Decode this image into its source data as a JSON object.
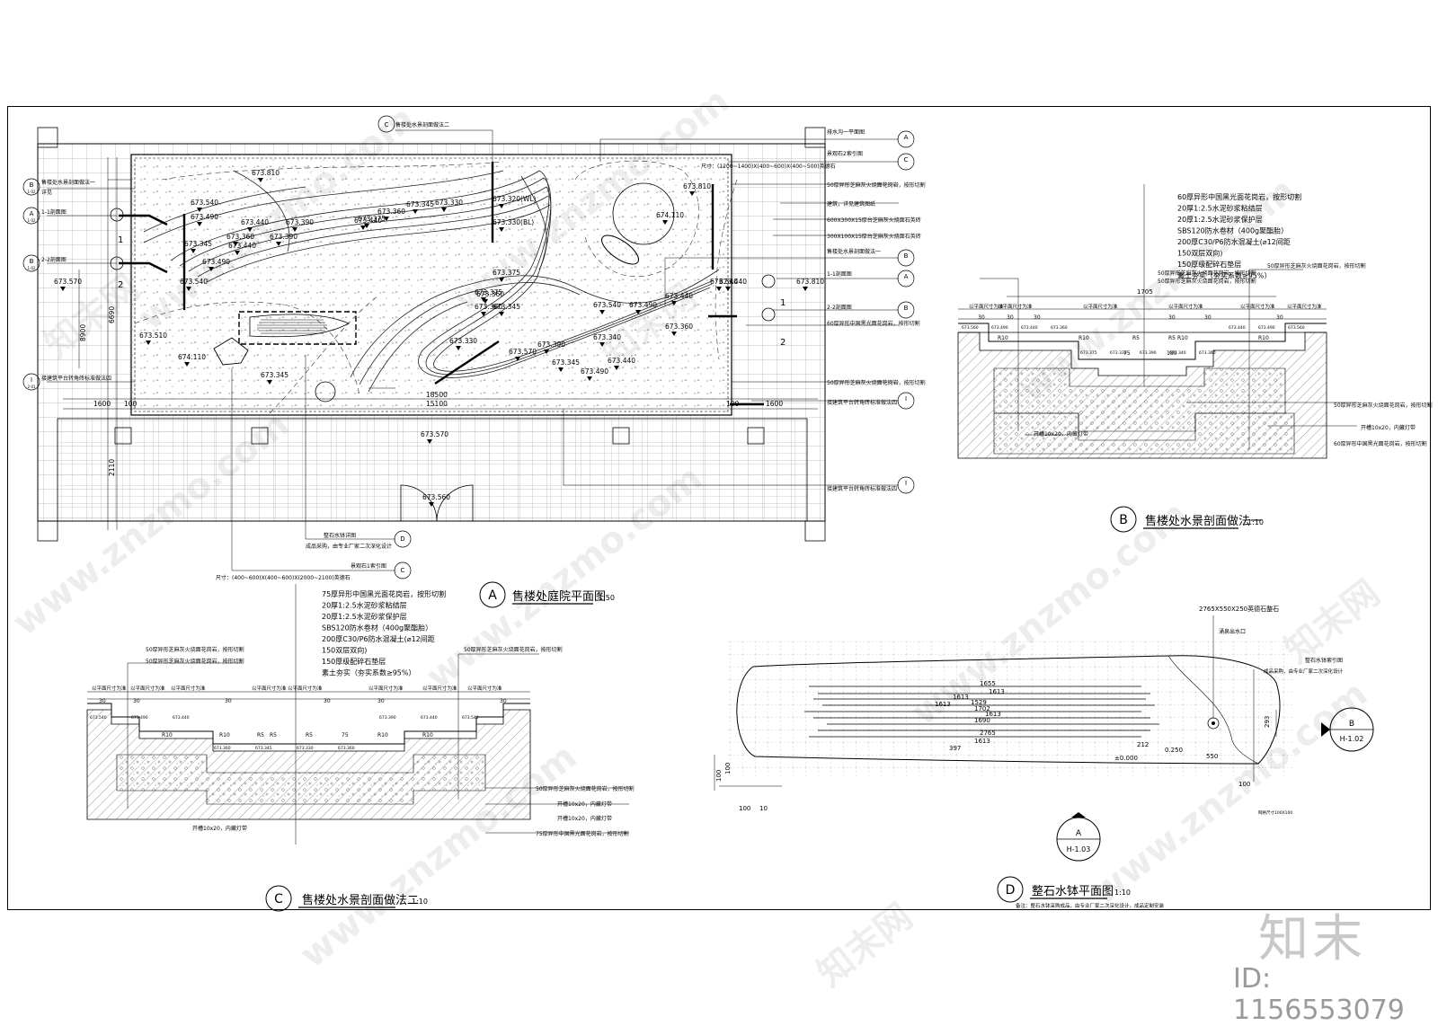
{
  "watermark": {
    "logo": "知末",
    "id": "ID: 1156553079",
    "url": "www.znzmo.com",
    "brand": "知末网"
  },
  "plan_a": {
    "title_letter": "A",
    "title": "售楼处庭院平面图",
    "scale": "1:50",
    "elevations": [
      "673.810",
      "673.540",
      "673.490",
      "673.440",
      "673.390",
      "673.375",
      "673.360",
      "673.345",
      "673.330",
      "673.320(WL)",
      "673.330(BL)",
      "673.810",
      "674.110",
      "673.570",
      "673.510",
      "674.110",
      "673.540",
      "673.490",
      "673.440",
      "673.390",
      "673.360",
      "673.345",
      "673.330",
      "673.375",
      "673.440",
      "673.390",
      "673.540",
      "673.490",
      "673.440",
      "673.375",
      "673.360",
      "673.345",
      "673.810",
      "673.570",
      "673.560",
      "673.570",
      "673.340",
      "673.360",
      "673.345",
      "673.440",
      "673.490",
      "673.540",
      "673.345",
      "673.360",
      "673.440"
    ],
    "dims": {
      "d1": "1600",
      "d2": "100",
      "d3": "15100",
      "d4": "18500",
      "d5": "100",
      "d6": "1600",
      "d7": "6690",
      "d8": "8900",
      "d9": "2110"
    },
    "left_labels": [
      "售楼处水景剖面做法一",
      "详见",
      "1-1剖面图",
      "2-2剖面图",
      "接建筑平台转角砖标准做法四"
    ],
    "left_symbols": [
      "B",
      "A",
      "B",
      "I"
    ],
    "left_sheets": [
      "1-02",
      "1-02",
      "1-02",
      "2-01"
    ],
    "right_labels": [
      "排水沟一平面图",
      "景观石2索引图",
      "尺寸：(1200~1400)X(400~600)X(400~500)英德石",
      "50厚异形芝麻灰火烧面花岗岩，按形切割",
      "建筑，详见建筑图纸",
      "600X300X15厚台芝麻灰火烧面石英砖",
      "300X100X15厚台芝麻灰火烧面石英砖",
      "售楼处水景剖面做法一",
      "1-1剖面图",
      "2-2剖面图",
      "60厚异形中国黑光面花岗岩，按形切割",
      "50厚异形芝麻灰火烧面花岗岩，按形切割",
      "接建筑平台转角砖标准做法四",
      "接建筑平台转角砖标准做法四"
    ],
    "right_symbols": [
      "A",
      "C",
      "B",
      "A",
      "B",
      "I",
      "I"
    ],
    "top_label": "售楼处水景剖面做法二",
    "top_symbol": "C",
    "bottom_labels": [
      "整石水钵详图",
      "成品采购，由专业厂家二次深化设计",
      "景观石1索引图",
      "尺寸：(400~600)X(400~600)X(2000~2100)英德石"
    ],
    "bottom_symbols": [
      "D",
      "C"
    ],
    "section_marks": [
      "1",
      "2",
      "1",
      "2"
    ]
  },
  "section_b": {
    "title_letter": "B",
    "title": "售楼处水景剖面做法一",
    "scale": "1:10",
    "layers": [
      "60厚异形中国黑光面花岗岩，按形切割",
      "20厚1:2.5水泥砂浆粘结层",
      "20厚1:2.5水泥砂浆保护层",
      "SBS120防水卷材（400g聚酯胎）",
      "200厚C30/P6防水混凝土(⌀12间距",
      "150双层双向)",
      "150厚级配碎石垫层",
      "素土夯实（夯实系数≥95%）"
    ],
    "left_labels": [
      "50厚异形芝麻灰火烧面花岗岩，按形切割",
      "50厚异形芝麻灰火烧面花岗岩，按形切割"
    ],
    "right_labels": [
      "50厚异形芝麻灰火烧面花岗岩，按形切割",
      "50厚异形芝麻灰火烧面花岗岩，按形切割",
      "开槽10x20，内藏灯带",
      "60厚异形中国黑光面花岗岩，按形切割"
    ],
    "bottom_label": "开槽10x20，内藏灯带",
    "dim_top": "1705",
    "note": "以平面尺寸为准",
    "small_dims": [
      "30",
      "30",
      "30",
      "30",
      "30",
      "30",
      "R10",
      "R10",
      "R5",
      "R5",
      "R10",
      "R10",
      "180",
      "75"
    ],
    "elevs": [
      "673.560",
      "673.490",
      "673.440",
      "673.360",
      "673.375",
      "673.330",
      "673.390",
      "673.340",
      "673.360",
      "673.440",
      "673.490",
      "673.560"
    ]
  },
  "section_c": {
    "title_letter": "C",
    "title": "售楼处水景剖面做法二",
    "scale": "1:10",
    "layers": [
      "75厚异形中国黑光面花岗岩，按形切割",
      "20厚1:2.5水泥砂浆粘结层",
      "20厚1:2.5水泥砂浆保护层",
      "SBS120防水卷材（400g聚酯胎）",
      "200厚C30/P6防水混凝土(⌀12间距",
      "150双层双向)",
      "150厚级配碎石垫层",
      "素土夯实（夯实系数≥95%）"
    ],
    "left_labels": [
      "50厚异形芝麻灰火烧面花岗岩，按形切割",
      "50厚异形芝麻灰火烧面花岗岩，按形切割"
    ],
    "right_top": "50厚异形芝麻灰火烧面花岗岩，按形切割",
    "right_labels": [
      "50厚异形芝麻灰火烧面花岗岩，按形切割",
      "开槽10x20，内藏灯带",
      "开槽10x20，内藏灯带",
      "75厚异形中国黑光面花岗岩，按形切割"
    ],
    "bottom_label": "开槽10x20，内藏灯带",
    "note": "以平面尺寸为准",
    "small_dims": [
      "30",
      "30",
      "30",
      "30",
      "30",
      "30",
      "R10",
      "R10",
      "R5",
      "R5",
      "R10",
      "R10",
      "R5",
      "75"
    ],
    "elevs": [
      "673.540",
      "673.490",
      "673.440",
      "673.360",
      "673.345",
      "673.330",
      "673.360",
      "673.390",
      "673.440",
      "673.540"
    ]
  },
  "plan_d": {
    "title_letter": "D",
    "title": "整石水钵平面图",
    "scale": "1:10",
    "note": "备注：整石水钵采购成品，由专业厂家二次深化设计，成品定制安装",
    "labels": [
      "2765X550X250英德石整石",
      "涌泉出水口",
      "整石水钵索引图",
      "成品采购，由专业厂家二次深化设计"
    ],
    "dims": [
      "1655",
      "1613",
      "1613",
      "1529",
      "1613",
      "1702",
      "1613",
      "1690",
      "2765",
      "1613",
      "397",
      "212",
      "550",
      "293",
      "0.250",
      "±0.000",
      "100",
      "100",
      "100",
      "100",
      "10"
    ],
    "grid_note": "网格尺寸100X100",
    "index_b": {
      "letter": "B",
      "sheet": "H-1.02"
    },
    "index_a": {
      "letter": "A",
      "sheet": "H-1.03"
    }
  }
}
